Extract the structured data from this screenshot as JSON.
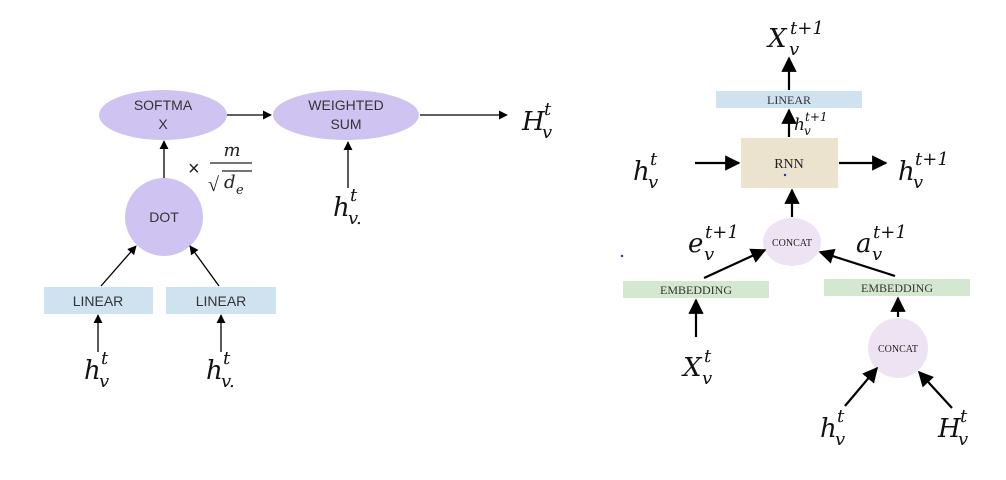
{
  "colors": {
    "ellipse_fill": "#cfc4f1",
    "linear_fill": "#cfe2f0",
    "rnn_fill": "#ece3cf",
    "embedding_fill": "#d4e7cf",
    "concat_fill": "#ede3f3",
    "edge": "#000000"
  },
  "left": {
    "softmax": {
      "line1": "SOFTMA",
      "line2": "X"
    },
    "weighted_sum": {
      "line1": "WEIGHTED",
      "line2": "SUM"
    },
    "dot": "DOT",
    "linear_left": "LINEAR",
    "linear_right": "LINEAR",
    "scale": {
      "times": "×",
      "numerator": "m",
      "denominator_sqrt": "√",
      "denominator_var": "d",
      "denominator_sub": "e"
    },
    "output": {
      "base": "H",
      "sub": "v",
      "sup": "t"
    },
    "input_left": {
      "base": "h",
      "sub": "v",
      "sup": "t"
    },
    "input_right": {
      "base": "h",
      "sub": "v.",
      "sup": "t"
    },
    "input_ws": {
      "base": "h",
      "sub": "v.",
      "sup": "t"
    }
  },
  "right": {
    "linear": "LINEAR",
    "rnn": "RNN",
    "concat_top": "CONCAT",
    "concat_bottom": "CONCAT",
    "embedding_left": "EMBEDDING",
    "embedding_right": "EMBEDDING",
    "output_top": {
      "base": "X",
      "sub": "v",
      "sup": "t+1"
    },
    "hidden_mid": {
      "base": "h",
      "sub": "v",
      "sup": "t+1"
    },
    "rnn_in": {
      "base": "h",
      "sub": "v",
      "sup": "t"
    },
    "rnn_out": {
      "base": "h",
      "sub": "v",
      "sup": "t+1"
    },
    "e_label": {
      "base": "e",
      "sub": "v",
      "sup": "t+1"
    },
    "a_label": {
      "base": "a",
      "sub": "v",
      "sup": "t+1"
    },
    "x_input": {
      "base": "X",
      "sub": "v",
      "sup": "t"
    },
    "h_input": {
      "base": "h",
      "sub": "v",
      "sup": "t"
    },
    "H_input": {
      "base": "H",
      "sub": "v",
      "sup": "t"
    }
  }
}
